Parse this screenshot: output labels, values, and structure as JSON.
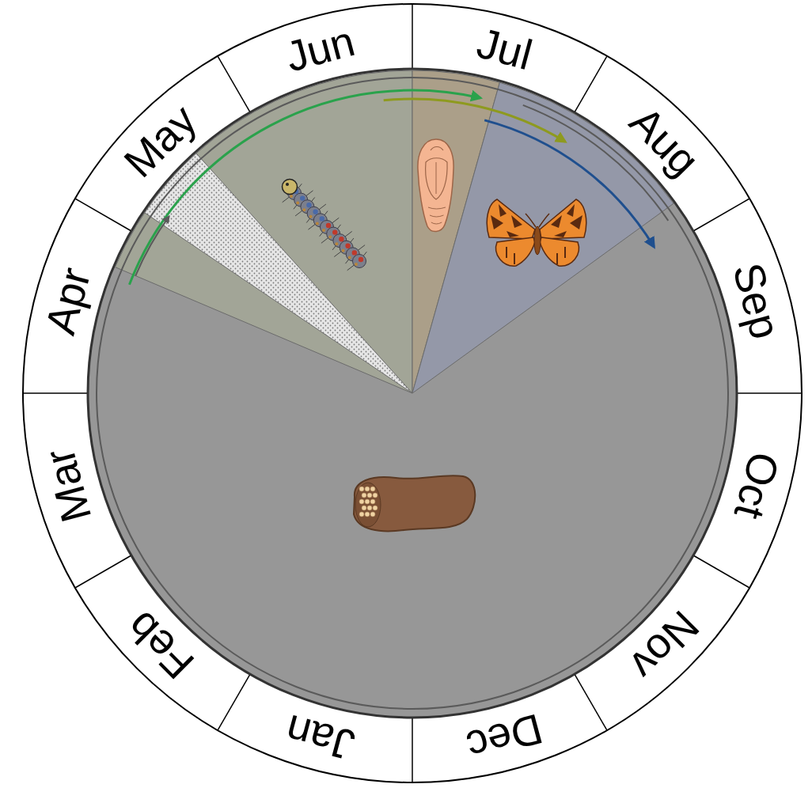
{
  "diagram": {
    "labels": [
      "Jan",
      "Feb",
      "Mar",
      "Apr",
      "May",
      "Jun",
      "Jul",
      "Aug",
      "Sep",
      "Oct",
      "Nov",
      "Dec"
    ]
  }
}
